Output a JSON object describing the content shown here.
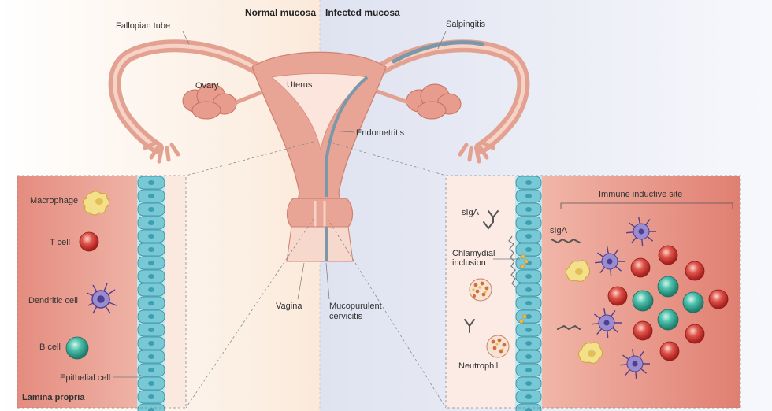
{
  "headers": {
    "normal": "Normal mucosa",
    "infected": "Infected mucosa"
  },
  "anatomy": {
    "fallopian_tube": "Fallopian tube",
    "ovary": "Ovary",
    "uterus": "Uterus",
    "salpingitis": "Salpingitis",
    "endometritis": "Endometritis",
    "vagina": "Vagina",
    "cervicitis_line1": "Mucopurulent",
    "cervicitis_line2": "cervicitis"
  },
  "left_panel": {
    "macrophage": "Macrophage",
    "t_cell": "T cell",
    "dendritic_cell": "Dendritic cell",
    "b_cell": "B cell",
    "epithelial_cell": "Epithelial cell",
    "lamina_propria": "Lamina propria"
  },
  "right_panel": {
    "immune_site": "Immune inductive site",
    "siga_1": "sIgA",
    "siga_2": "sIgA",
    "inclusion_line1": "Chlamydial",
    "inclusion_line2": "inclusion",
    "neutrophil": "Neutrophil"
  },
  "colors": {
    "normal_bg": "#fbeee2",
    "infected_bg": "#e3e6f2",
    "tissue": "#e6a08e",
    "tissue_dark": "#c9705e",
    "lamina": "#e08a7c",
    "epithelium": "#7ccbd6",
    "t_cell": "#d9403a",
    "b_cell": "#46b8a4",
    "dendritic": "#8878c2",
    "macrophage": "#f2e08a",
    "inflamed": "#7a96a8"
  }
}
